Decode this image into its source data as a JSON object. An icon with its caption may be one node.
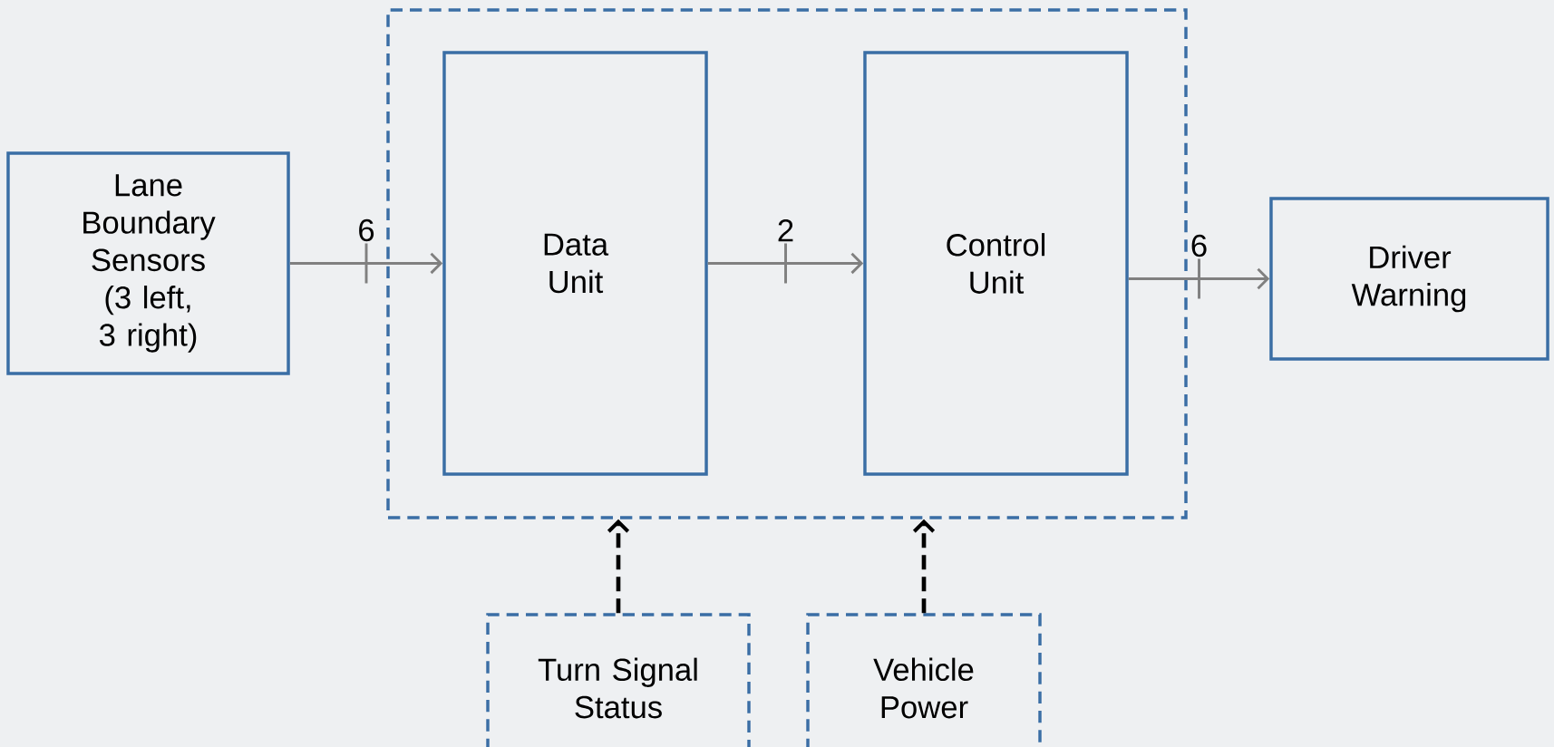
{
  "diagram": {
    "nodes": [
      {
        "text": [
          "Lane Boundary Sensors (3 left, 3 right)"
        ]
      },
      {
        "text": [],
        "shape": "box"
      },
      {
        "text": [
          "Data Unit"
        ],
        "in": 1
      },
      {
        "text": [
          "Control Unit"
        ],
        "in": 1
      },
      {
        "text": [
          "Driver Warning"
        ]
      },
      {
        "text": [
          "Turn Signal Status"
        ]
      },
      {
        "text": [
          "Vehicle Power"
        ]
      }
    ],
    "edges": [
      {
        "from": 0,
        "to": 2,
        "arrow": "to",
        "label": "6"
      },
      {
        "from": 2,
        "to": 3,
        "arrow": "to",
        "label": "2"
      },
      {
        "from": 3,
        "to": 4,
        "arrow": "to",
        "label": "6"
      },
      {
        "from": 5,
        "to": 1,
        "arrow": "to",
        "style": "dashed",
        "color": "#000000"
      },
      {
        "from": 6,
        "to": 1,
        "arrow": "to",
        "style": "dashed",
        "color": "#000000"
      }
    ]
  }
}
